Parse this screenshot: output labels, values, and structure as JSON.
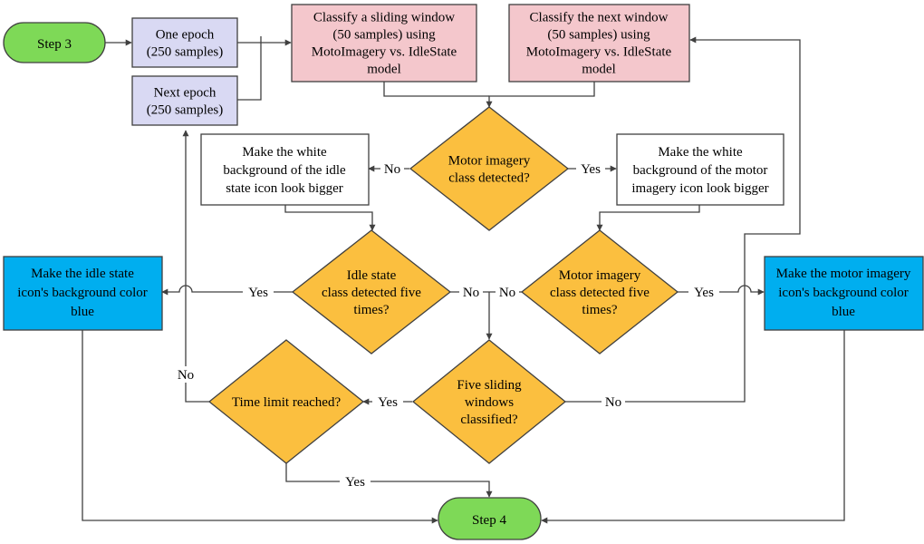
{
  "colors": {
    "terminal": "#7ed957",
    "epoch": "#d9d9f3",
    "classify": "#f4c7cc",
    "decision": "#fbbf3f",
    "process": "#ffffff",
    "result": "#00aeef",
    "stroke": "#404040"
  },
  "nodes": {
    "step3": [
      "Step 3"
    ],
    "step4": [
      "Step 4"
    ],
    "one_epoch": [
      "One epoch",
      "(250 samples)"
    ],
    "next_epoch": [
      "Next epoch",
      "(250 samples)"
    ],
    "classify_window": [
      "Classify a sliding window",
      "(50 samples) using",
      "MotoImagery vs. IdleState",
      "model"
    ],
    "classify_next": [
      "Classify the next window",
      "(50 samples) using",
      "MotoImagery vs. IdleState",
      "model"
    ],
    "mi_detected": [
      "Motor imagery",
      "class detected?"
    ],
    "idle_bigger": [
      "Make the white",
      "background of the idle",
      "state icon look bigger"
    ],
    "mi_bigger": [
      "Make the white",
      "background of the motor",
      "imagery icon look bigger"
    ],
    "idle_five": [
      "Idle state",
      "class detected five",
      "times?"
    ],
    "mi_five": [
      "Motor imagery",
      "class detected five",
      "times?"
    ],
    "idle_blue": [
      "Make the idle state",
      "icon's background color",
      "blue"
    ],
    "mi_blue": [
      "Make the motor imagery",
      "icon's background color",
      "blue"
    ],
    "five_windows": [
      "Five sliding",
      "windows",
      "classified?"
    ],
    "time_limit": [
      "Time limit reached?"
    ]
  },
  "edge_labels": {
    "mi_no": "No",
    "mi_yes": "Yes",
    "idle_yes": "Yes",
    "idle_no": "No",
    "mi5_no": "No",
    "mi5_yes": "Yes",
    "fw_yes": "Yes",
    "fw_no": "No",
    "tl_no": "No",
    "tl_yes": "Yes"
  }
}
